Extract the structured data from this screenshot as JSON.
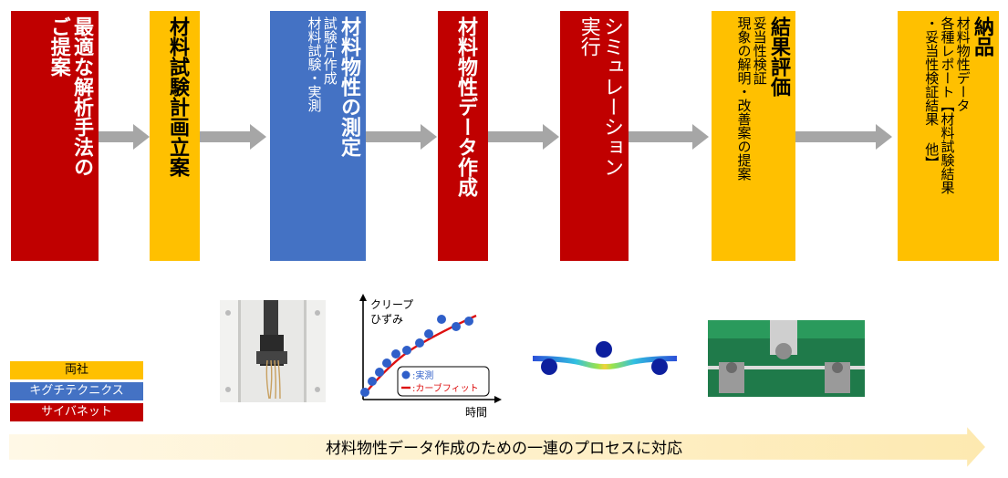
{
  "steps": [
    {
      "lines": [
        "最適な解析手法の",
        "ご提案"
      ],
      "color": "#c00000"
    },
    {
      "lines": [
        "材料試験計画立案"
      ],
      "color": "#ffc000"
    },
    {
      "lines": [
        "材料物性の測定",
        "試験片作成",
        "材料試験・実測"
      ],
      "color": "#4472c4"
    },
    {
      "lines": [
        "材料物性データ作成"
      ],
      "color": "#c00000"
    },
    {
      "lines": [
        "シミュレーション",
        "実行"
      ],
      "color": "#c00000"
    },
    {
      "lines": [
        "結果評価",
        "妥当性検証",
        "現象の解明・改善案の提案"
      ],
      "color": "#ffc000"
    },
    {
      "lines": [
        "納品",
        "材料物性データ",
        "各種レポート【材料試験結果",
        "・妥当性検証結果 他】"
      ],
      "color": "#ffc000"
    }
  ],
  "legend": {
    "both": "両社",
    "kigugu": "キグチテクニクス",
    "cybernet": "サイバネット"
  },
  "chart": {
    "ylabel_line1": "クリープ",
    "ylabel_line2": "ひずみ",
    "xlabel": "時間",
    "legend_measured": ":実測",
    "legend_fit": ":カーブフィット"
  },
  "banner": "材料物性データ作成のための一連のプロセスに対応",
  "colors": {
    "red": "#c00000",
    "yellow": "#ffc000",
    "blue": "#4472c4",
    "arrow": "#a6a6a6",
    "banner": "#fdf0cf"
  }
}
